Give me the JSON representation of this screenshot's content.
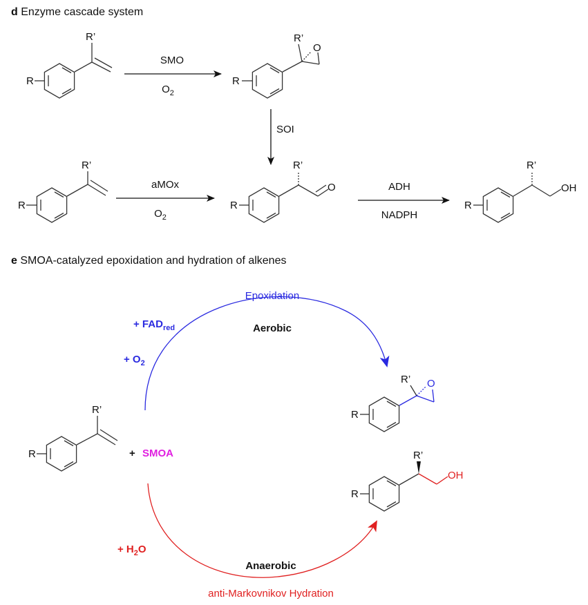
{
  "panel_d": {
    "letter": "d",
    "title": "Enzyme cascade system",
    "arrows": {
      "smo": {
        "above": "SMO",
        "below_main": "O",
        "below_sub": "2"
      },
      "soi": {
        "label": "SOI"
      },
      "amox": {
        "above": "aMOx",
        "below_main": "O",
        "below_sub": "2"
      },
      "adh": {
        "above": "ADH",
        "below": "NADPH"
      }
    },
    "labels": {
      "R": "R",
      "Rp": "R’",
      "O": "O",
      "OH": "OH"
    }
  },
  "panel_e": {
    "letter": "e",
    "title": "SMOA-catalyzed epoxidation and hydration of alkenes",
    "epoxidation": {
      "label": "Epoxidation",
      "condition": "Aerobic",
      "fad_main": "+ FAD",
      "fad_sub": "red",
      "o2_main": "+ O",
      "o2_sub": "2"
    },
    "hydration": {
      "label": "anti-Markovnikov Hydration",
      "condition": "Anaerobic",
      "h2o_main": "+ H",
      "h2o_sub": "2",
      "h2o_end": "O"
    },
    "plus": "+",
    "enzyme": "SMOA",
    "labels": {
      "R": "R",
      "Rp": "R’",
      "O": "O",
      "OH": "OH"
    }
  },
  "colors": {
    "epoxidation": "#2a2ae0",
    "hydration": "#e02020",
    "enzyme": "#e020e0",
    "text": "#111111"
  }
}
